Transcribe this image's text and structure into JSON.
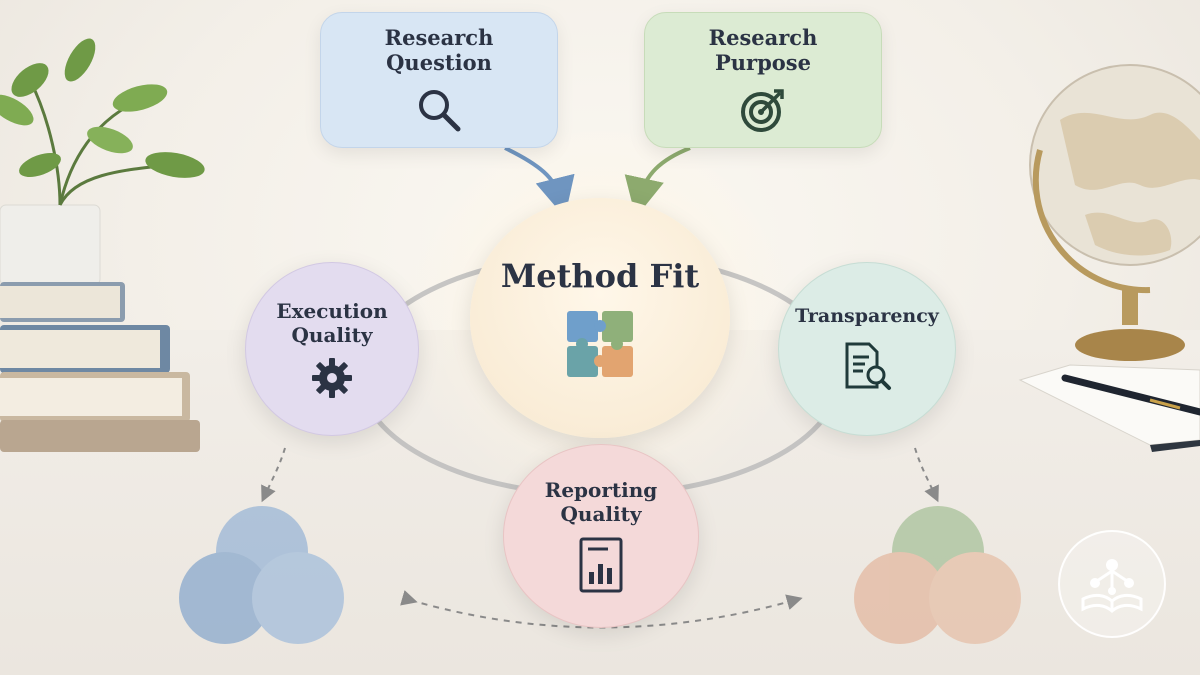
{
  "nodes": {
    "research_question": {
      "label_line1": "Research",
      "label_line2": "Question",
      "icon": "magnifier-icon",
      "color": "#d8e6f4"
    },
    "research_purpose": {
      "label_line1": "Research",
      "label_line2": "Purpose",
      "icon": "target-icon",
      "color": "#dcebd3"
    },
    "method_fit": {
      "label": "Method Fit",
      "icon": "puzzle-icon",
      "color": "#faeedd"
    },
    "execution_quality": {
      "label_line1": "Execution",
      "label_line2": "Quality",
      "icon": "gear-icon",
      "color": "#e3dcef"
    },
    "transparency": {
      "label": "Transparency",
      "icon": "document-search-icon",
      "color": "#dcece6"
    },
    "reporting_quality": {
      "label_line1": "Reporting",
      "label_line2": "Quality",
      "icon": "report-chart-icon",
      "color": "#f4d9d9"
    }
  },
  "accent_colors": {
    "blue": "#6f95c0",
    "green": "#8daa6e",
    "text": "#2b3344",
    "puzzle_blue": "#6f9fcb",
    "puzzle_green": "#8fb07a",
    "puzzle_teal": "#6aa3a8",
    "puzzle_orange": "#e2a470"
  }
}
